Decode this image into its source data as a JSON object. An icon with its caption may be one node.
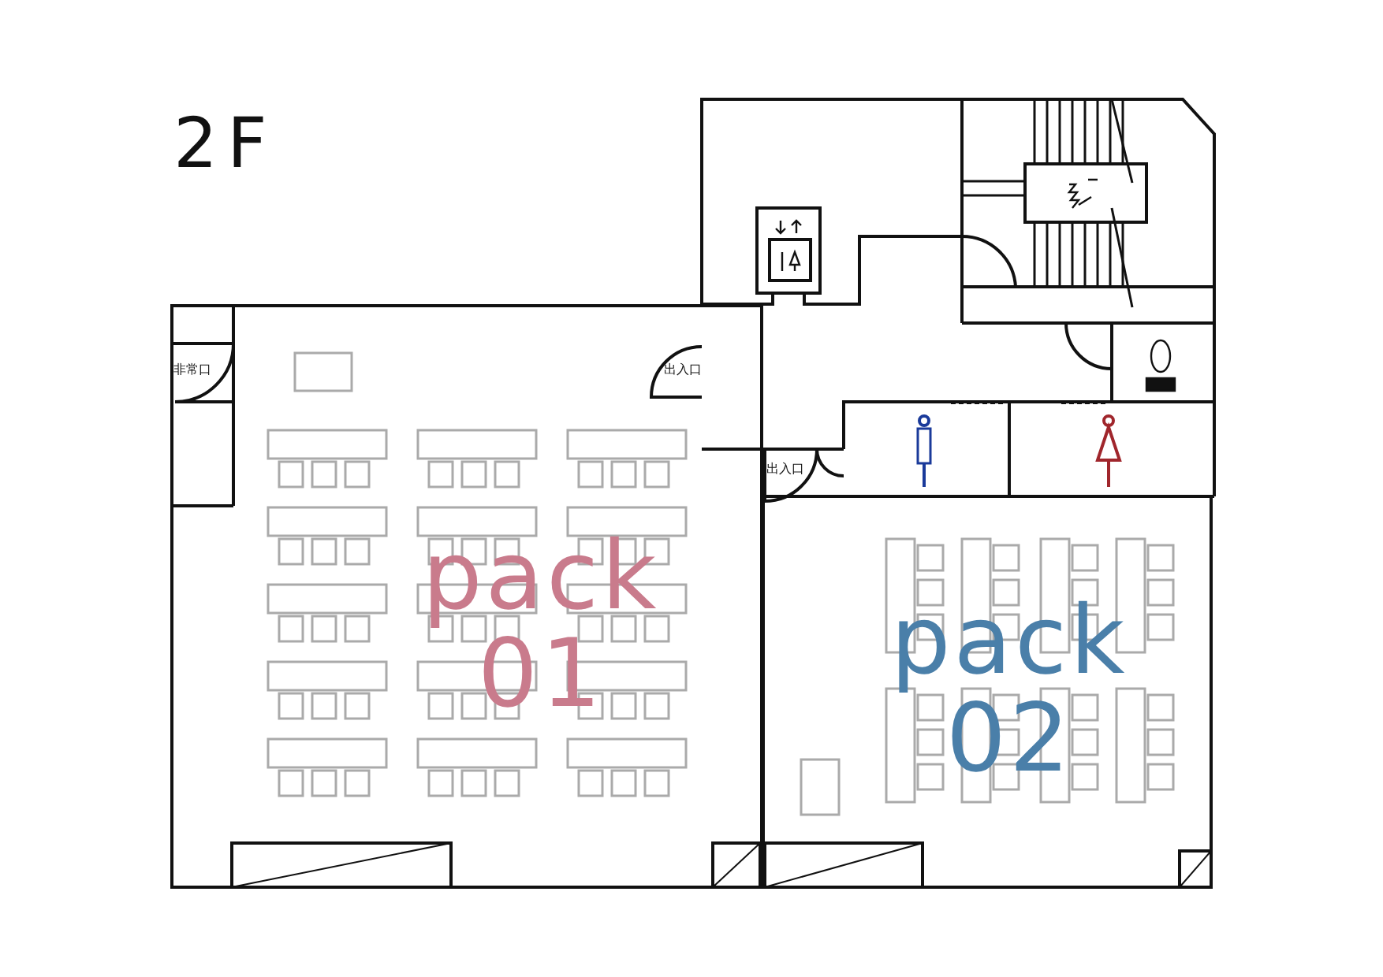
{
  "diagram": {
    "title": "2F",
    "nodes": [
      {
        "text": [
          "pack 01"
        ]
      },
      {
        "text": [
          "pack 02"
        ]
      }
    ],
    "labels": [
      "非常口",
      "出入口",
      "出入口"
    ]
  }
}
